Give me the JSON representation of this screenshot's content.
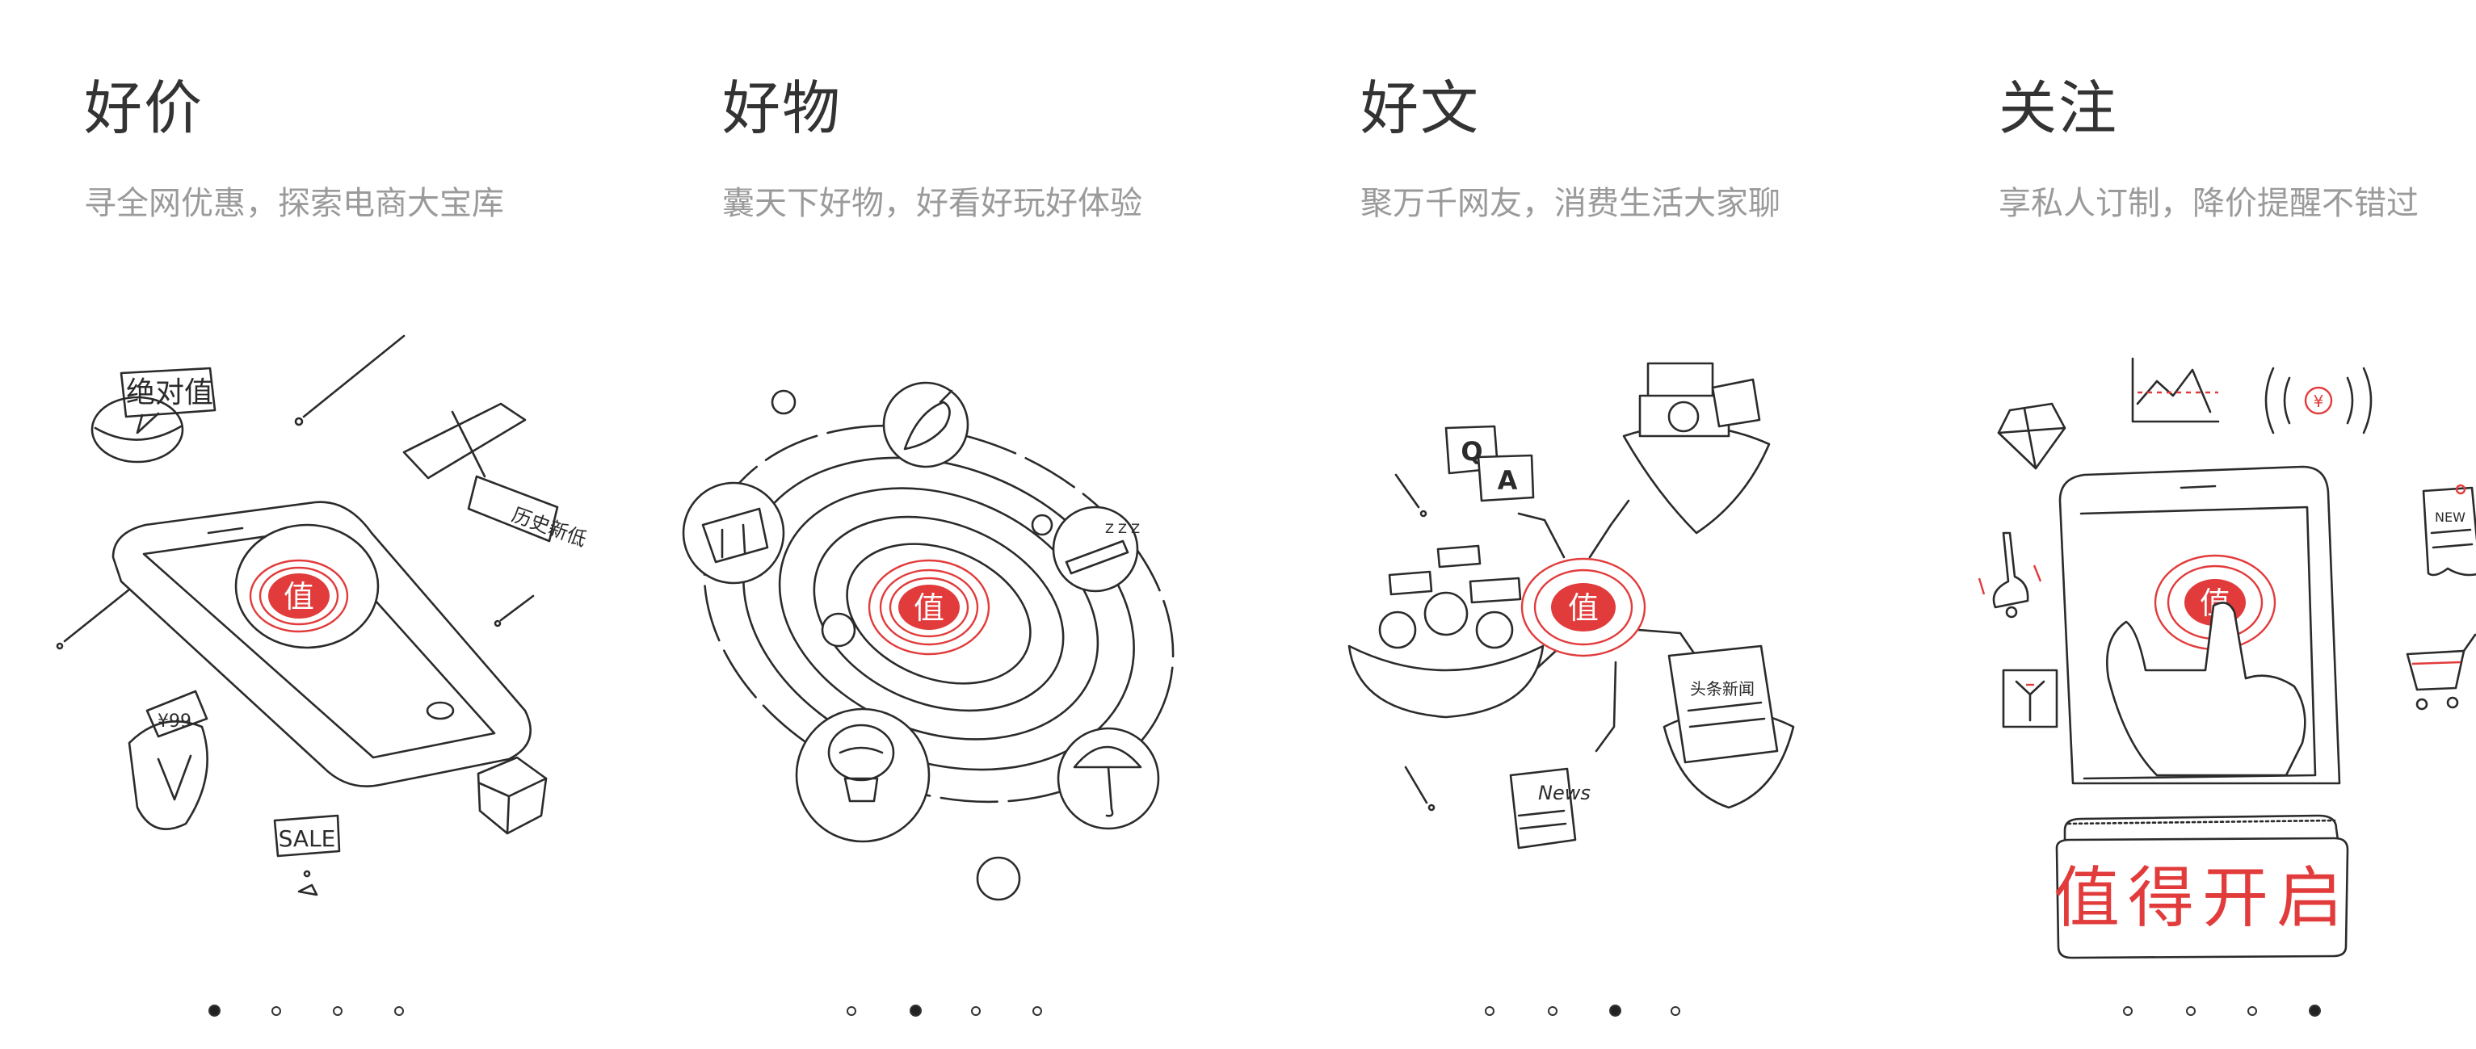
{
  "panels": [
    {
      "title": "好价",
      "subtitle": "寻全网优惠，探索电商大宝库",
      "stickers": {
        "badge": "绝对值",
        "tag": "SALE",
        "price": "¥99",
        "ribbon": "历史新低"
      }
    },
    {
      "title": "好物",
      "subtitle": "囊天下好物，好看好玩好体验",
      "stickers": {
        "snore": "Z Z Z"
      }
    },
    {
      "title": "好文",
      "subtitle": "聚万千网友，消费生活大家聊",
      "stickers": {
        "q": "Q",
        "a": "A",
        "news": "News",
        "paper": "头条新闻"
      }
    },
    {
      "title": "关注",
      "subtitle": "享私人订制，降价提醒不错过",
      "stickers": {
        "button": "值得开启",
        "yuan": "¥",
        "receipt": "NEW"
      }
    }
  ],
  "pagination": {
    "count": 4
  },
  "logo": {
    "glyph": "值",
    "color": "#e23b3b"
  }
}
